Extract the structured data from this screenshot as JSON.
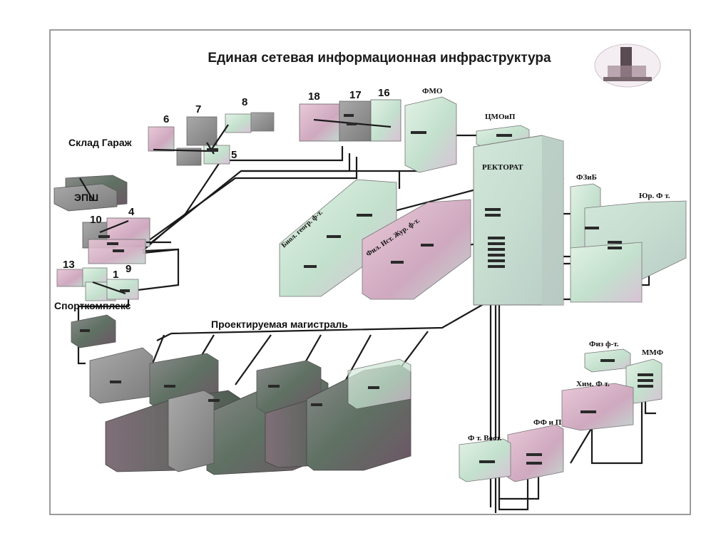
{
  "title": "Единая сетевая информационная инфраструктура",
  "labels": {
    "sklad_garazh": "Склад Гараж",
    "epsh": "ЭПШ",
    "sportkompleks": "Спорткомплекс",
    "magistral": "Проектируемая магистраль",
    "fmo": "ФМО",
    "tsmoip": "ЦМОиП",
    "rektorat": "РЕКТОРАТ",
    "fzib": "ФЗиБ",
    "yur_ft": "Юр. Ф т.",
    "biol": "Биол. геогр. ф-т.",
    "fil_zhur": "Фил. Ист. Жур. ф-т.",
    "fiz_ft": "Физ ф-т.",
    "mmf": "ММФ",
    "khim_ft": "Хим. Ф т.",
    "ffip": "ФФ и П",
    "ft_vost": "Ф т. Вост."
  },
  "numbers": {
    "n1": "1",
    "n4": "4",
    "n5": "5",
    "n6": "6",
    "n7": "7",
    "n8": "8",
    "n9": "9",
    "n10": "10",
    "n13": "13",
    "n16": "16",
    "n17": "17",
    "n18": "18"
  },
  "colors": {
    "frame": "#7a7a7a",
    "cable": "#1a1a1a",
    "box_green": "#c9e4d2",
    "box_pink": "#dcb7c9",
    "box_gray": "#8f8f8f",
    "box_dark": "#5b5b5b"
  },
  "logo": {
    "icon": "university-building-logo"
  }
}
